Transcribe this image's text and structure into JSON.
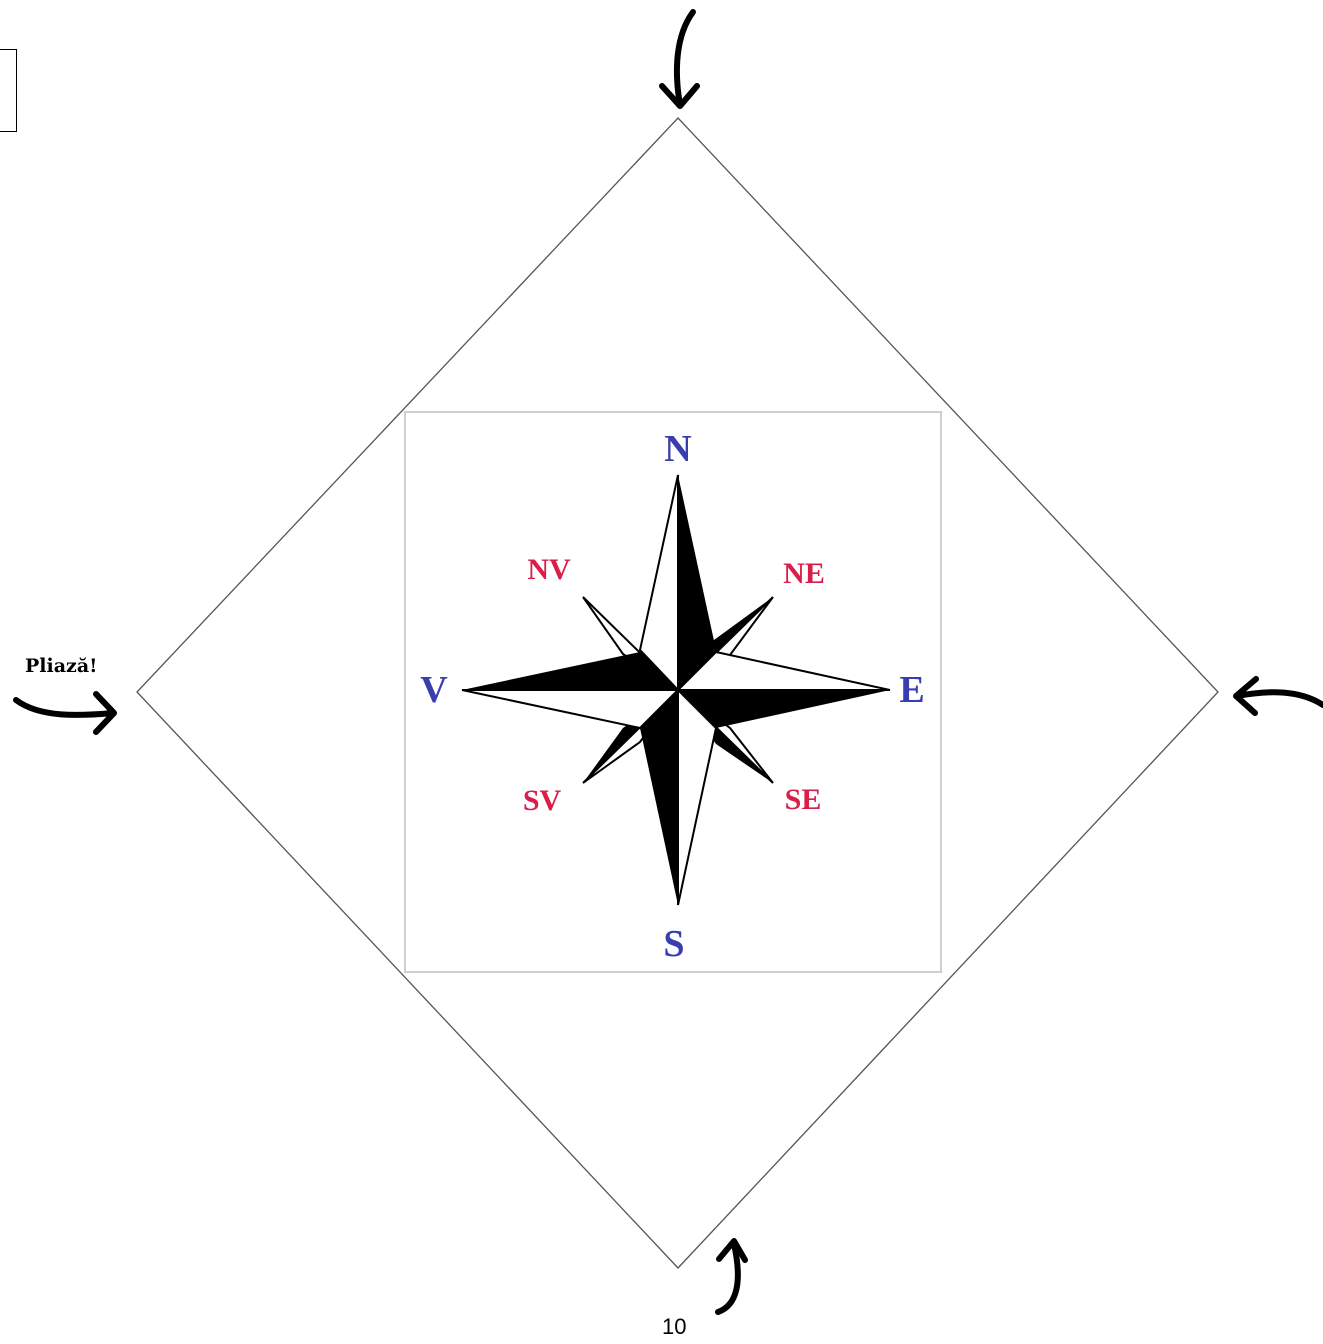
{
  "hint_label": "Pliază!",
  "page_number": "10",
  "compass": {
    "labels": {
      "north": "N",
      "south": "S",
      "east": "E",
      "west": "V",
      "northeast": "NE",
      "northwest": "NV",
      "southeast": "SE",
      "southwest": "SV"
    },
    "main_color": "#3a3db0",
    "inter_color": "#d81e49"
  },
  "icons": {
    "fold_arrows": [
      "arrow-down-icon",
      "arrow-right-icon",
      "arrow-left-icon",
      "arrow-up-icon"
    ]
  }
}
